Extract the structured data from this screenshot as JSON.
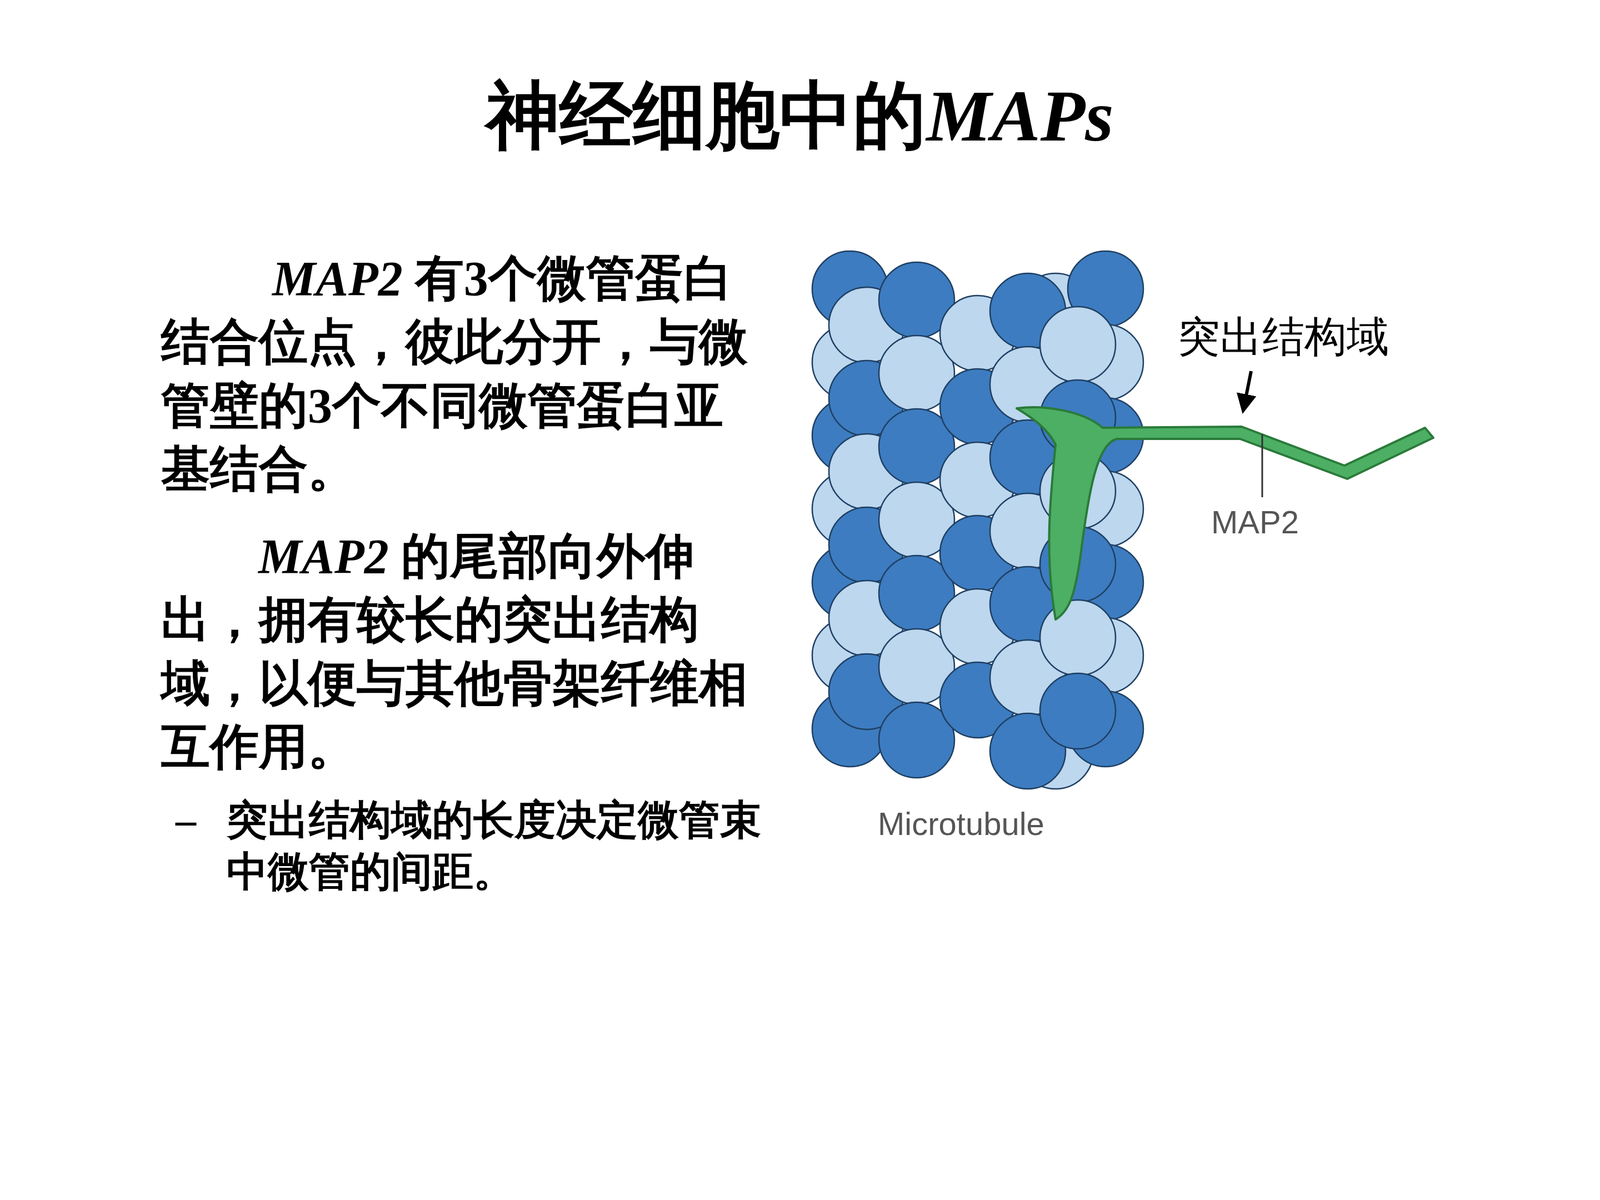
{
  "diagram": {
    "title": "神经细胞中的MAPs",
    "labels": [
      "MAP2 有3个微管蛋白结合位点，彼此分开，与微管壁的3个不同微管蛋白亚基结合。",
      "MAP2 的尾部向外伸出，拥有较长的突出结构域，以便与其他骨架纤维相互作用。",
      "–",
      "突出结构域的长度决定微管束中微管的间距。",
      "突出结构域",
      "MAP2",
      "Microtubule"
    ]
  }
}
